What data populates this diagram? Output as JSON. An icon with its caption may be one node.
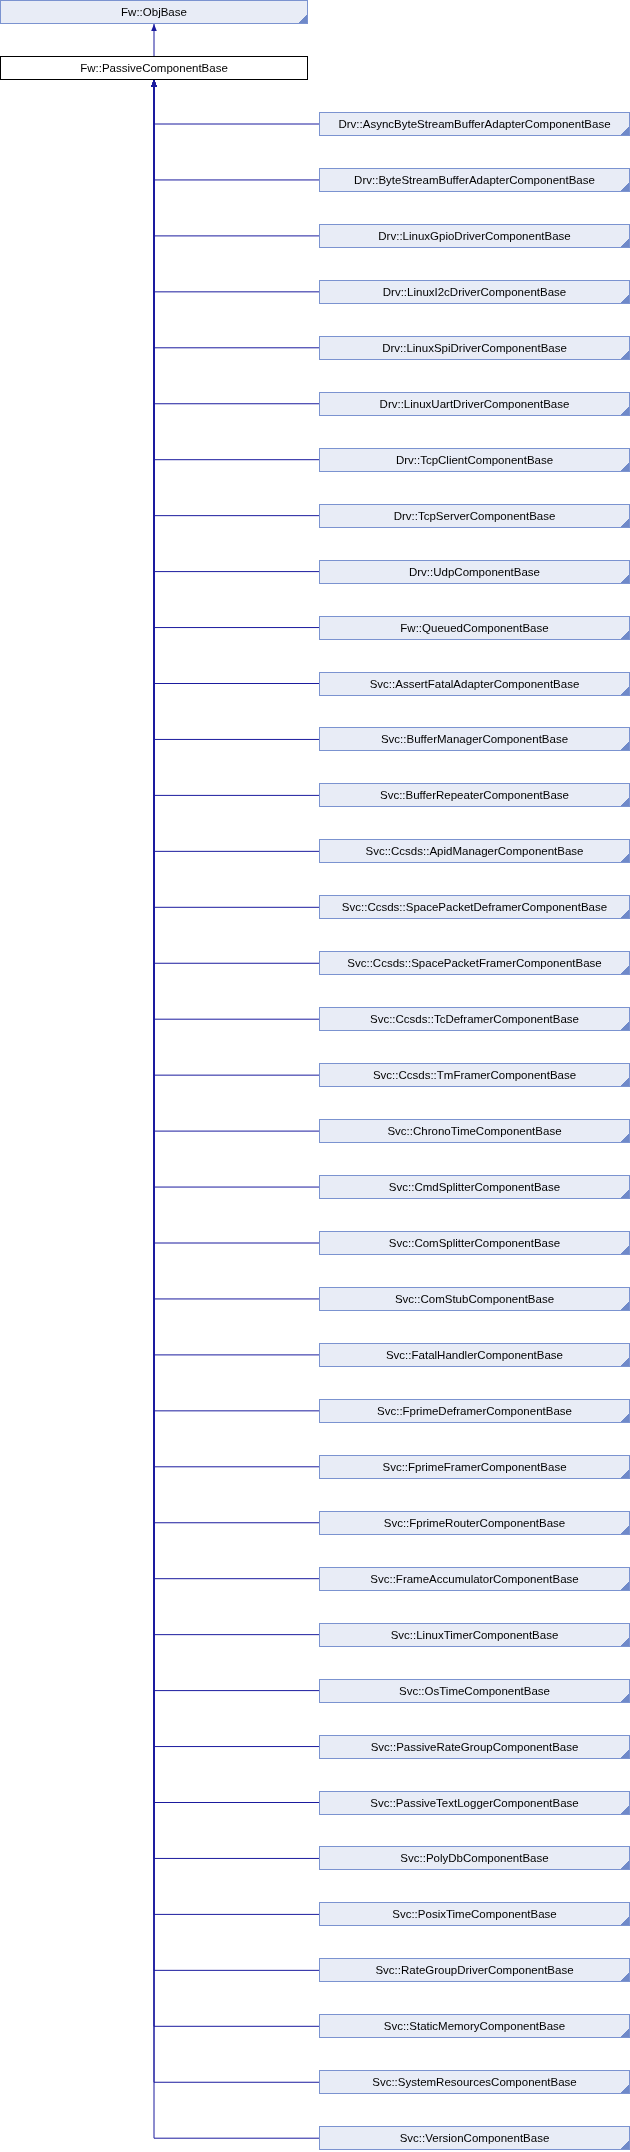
{
  "diagram": {
    "nodes": [
      {
        "text": [
          "Fw::ObjBase"
        ]
      },
      {
        "text": [
          "Fw::PassiveComponentBase"
        ]
      },
      {
        "text": [
          "Drv::AsyncByteStreamBufferAdapterComponentBase"
        ]
      },
      {
        "text": [
          "Drv::ByteStreamBufferAdapterComponentBase"
        ]
      },
      {
        "text": [
          "Drv::LinuxGpioDriverComponentBase"
        ]
      },
      {
        "text": [
          "Drv::LinuxI2cDriverComponentBase"
        ]
      },
      {
        "text": [
          "Drv::LinuxSpiDriverComponentBase"
        ]
      },
      {
        "text": [
          "Drv::LinuxUartDriverComponentBase"
        ]
      },
      {
        "text": [
          "Drv::TcpClientComponentBase"
        ]
      },
      {
        "text": [
          "Drv::TcpServerComponentBase"
        ]
      },
      {
        "text": [
          "Drv::UdpComponentBase"
        ]
      },
      {
        "text": [
          "Fw::QueuedComponentBase"
        ]
      },
      {
        "text": [
          "Svc::AssertFatalAdapterComponentBase"
        ]
      },
      {
        "text": [
          "Svc::BufferManagerComponentBase"
        ]
      },
      {
        "text": [
          "Svc::BufferRepeaterComponentBase"
        ]
      },
      {
        "text": [
          "Svc::Ccsds::ApidManagerComponentBase"
        ]
      },
      {
        "text": [
          "Svc::Ccsds::SpacePacketDeframerComponentBase"
        ]
      },
      {
        "text": [
          "Svc::Ccsds::SpacePacketFramerComponentBase"
        ]
      },
      {
        "text": [
          "Svc::Ccsds::TcDeframerComponentBase"
        ]
      },
      {
        "text": [
          "Svc::Ccsds::TmFramerComponentBase"
        ]
      },
      {
        "text": [
          "Svc::ChronoTimeComponentBase"
        ]
      },
      {
        "text": [
          "Svc::CmdSplitterComponentBase"
        ]
      },
      {
        "text": [
          "Svc::ComSplitterComponentBase"
        ]
      },
      {
        "text": [
          "Svc::ComStubComponentBase"
        ]
      },
      {
        "text": [
          "Svc::FatalHandlerComponentBase"
        ]
      },
      {
        "text": [
          "Svc::FprimeDeframerComponentBase"
        ]
      },
      {
        "text": [
          "Svc::FprimeFramerComponentBase"
        ]
      },
      {
        "text": [
          "Svc::FprimeRouterComponentBase"
        ]
      },
      {
        "text": [
          "Svc::FrameAccumulatorComponentBase"
        ]
      },
      {
        "text": [
          "Svc::LinuxTimerComponentBase"
        ]
      },
      {
        "text": [
          "Svc::OsTimeComponentBase"
        ]
      },
      {
        "text": [
          "Svc::PassiveRateGroupComponentBase"
        ]
      },
      {
        "text": [
          "Svc::PassiveTextLoggerComponentBase"
        ]
      },
      {
        "text": [
          "Svc::PolyDbComponentBase"
        ]
      },
      {
        "text": [
          "Svc::PosixTimeComponentBase"
        ]
      },
      {
        "text": [
          "Svc::RateGroupDriverComponentBase"
        ]
      },
      {
        "text": [
          "Svc::StaticMemoryComponentBase"
        ]
      },
      {
        "text": [
          "Svc::SystemResourcesComponentBase"
        ]
      },
      {
        "text": [
          "Svc::VersionComponentBase"
        ]
      }
    ],
    "edges": [
      {
        "from": 1,
        "to": 0,
        "arrow": "to"
      },
      {
        "from": 2,
        "to": 1,
        "arrow": "to"
      },
      {
        "from": 3,
        "to": 1,
        "arrow": "to"
      },
      {
        "from": 4,
        "to": 1,
        "arrow": "to"
      },
      {
        "from": 5,
        "to": 1,
        "arrow": "to"
      },
      {
        "from": 6,
        "to": 1,
        "arrow": "to"
      },
      {
        "from": 7,
        "to": 1,
        "arrow": "to"
      },
      {
        "from": 8,
        "to": 1,
        "arrow": "to"
      },
      {
        "from": 9,
        "to": 1,
        "arrow": "to"
      },
      {
        "from": 10,
        "to": 1,
        "arrow": "to"
      },
      {
        "from": 11,
        "to": 1,
        "arrow": "to"
      },
      {
        "from": 12,
        "to": 1,
        "arrow": "to"
      },
      {
        "from": 13,
        "to": 1,
        "arrow": "to"
      },
      {
        "from": 14,
        "to": 1,
        "arrow": "to"
      },
      {
        "from": 15,
        "to": 1,
        "arrow": "to"
      },
      {
        "from": 16,
        "to": 1,
        "arrow": "to"
      },
      {
        "from": 17,
        "to": 1,
        "arrow": "to"
      },
      {
        "from": 18,
        "to": 1,
        "arrow": "to"
      },
      {
        "from": 19,
        "to": 1,
        "arrow": "to"
      },
      {
        "from": 20,
        "to": 1,
        "arrow": "to"
      },
      {
        "from": 21,
        "to": 1,
        "arrow": "to"
      },
      {
        "from": 22,
        "to": 1,
        "arrow": "to"
      },
      {
        "from": 23,
        "to": 1,
        "arrow": "to"
      },
      {
        "from": 24,
        "to": 1,
        "arrow": "to"
      },
      {
        "from": 25,
        "to": 1,
        "arrow": "to"
      },
      {
        "from": 26,
        "to": 1,
        "arrow": "to"
      },
      {
        "from": 27,
        "to": 1,
        "arrow": "to"
      },
      {
        "from": 28,
        "to": 1,
        "arrow": "to"
      },
      {
        "from": 29,
        "to": 1,
        "arrow": "to"
      },
      {
        "from": 30,
        "to": 1,
        "arrow": "to"
      },
      {
        "from": 31,
        "to": 1,
        "arrow": "to"
      },
      {
        "from": 32,
        "to": 1,
        "arrow": "to"
      },
      {
        "from": 33,
        "to": 1,
        "arrow": "to"
      },
      {
        "from": 34,
        "to": 1,
        "arrow": "to"
      },
      {
        "from": 35,
        "to": 1,
        "arrow": "to"
      },
      {
        "from": 36,
        "to": 1,
        "arrow": "to"
      },
      {
        "from": 37,
        "to": 1,
        "arrow": "to"
      },
      {
        "from": 38,
        "to": 1,
        "arrow": "to"
      }
    ]
  }
}
